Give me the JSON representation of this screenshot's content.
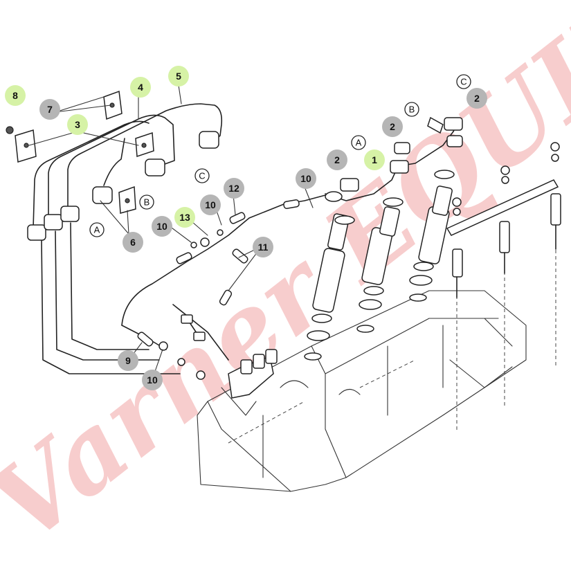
{
  "watermark": {
    "text": "Varner EQUIPMENT"
  },
  "callouts": [
    {
      "id": "8",
      "style": "green"
    },
    {
      "id": "7",
      "style": "grey"
    },
    {
      "id": "3",
      "style": "green"
    },
    {
      "id": "4",
      "style": "green"
    },
    {
      "id": "5",
      "style": "green"
    },
    {
      "id": "6",
      "style": "grey"
    },
    {
      "id": "13",
      "style": "green"
    },
    {
      "id": "10",
      "style": "grey"
    },
    {
      "id": "10",
      "style": "grey"
    },
    {
      "id": "12",
      "style": "grey"
    },
    {
      "id": "11",
      "style": "grey"
    },
    {
      "id": "10",
      "style": "grey"
    },
    {
      "id": "9",
      "style": "grey"
    },
    {
      "id": "10",
      "style": "grey"
    },
    {
      "id": "2",
      "style": "grey"
    },
    {
      "id": "1",
      "style": "green"
    },
    {
      "id": "2",
      "style": "grey"
    },
    {
      "id": "2",
      "style": "grey"
    }
  ],
  "letter_markers": [
    "A",
    "B",
    "C",
    "A",
    "B",
    "C"
  ],
  "colors": {
    "grey_badge": "#b5b5b5",
    "green_badge": "#d6f2a6",
    "watermark": "#f2a6a6"
  }
}
